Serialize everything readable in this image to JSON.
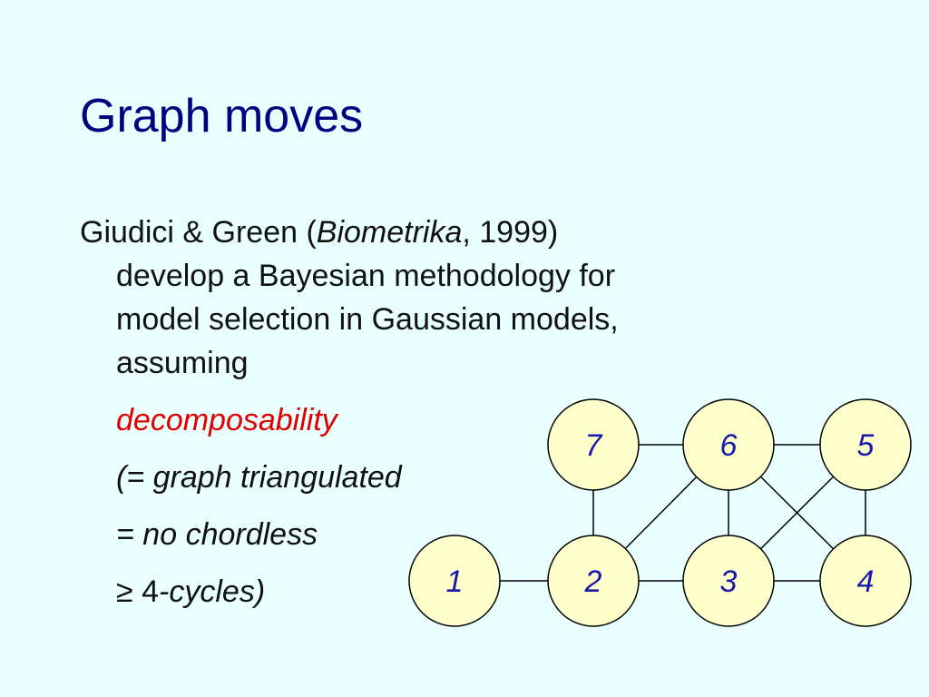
{
  "slide": {
    "title": "Graph moves",
    "paragraph": {
      "authors": "Giudici & Green (",
      "journal": "Biometrika",
      "year_close": ", 1999)",
      "line2": "develop a Bayesian methodology for",
      "line3": "model selection in Gaussian models,",
      "line4": "assuming"
    },
    "decomposability": "decomposability",
    "triangulated": "(= graph triangulated",
    "no_chordless": "= no chordless",
    "geq": "≥ ",
    "four": "4",
    "cycles": "-cycles)"
  },
  "graph": {
    "nodes": [
      {
        "id": "1",
        "label": "1"
      },
      {
        "id": "2",
        "label": "2"
      },
      {
        "id": "3",
        "label": "3"
      },
      {
        "id": "4",
        "label": "4"
      },
      {
        "id": "5",
        "label": "5"
      },
      {
        "id": "6",
        "label": "6"
      },
      {
        "id": "7",
        "label": "7"
      }
    ],
    "edges": [
      [
        "1",
        "2"
      ],
      [
        "2",
        "3"
      ],
      [
        "3",
        "4"
      ],
      [
        "7",
        "6"
      ],
      [
        "6",
        "5"
      ],
      [
        "7",
        "2"
      ],
      [
        "6",
        "3"
      ],
      [
        "5",
        "4"
      ],
      [
        "2",
        "6"
      ],
      [
        "6",
        "4"
      ],
      [
        "3",
        "5"
      ]
    ],
    "node_fill": "#ffffcc",
    "node_stroke": "#000000",
    "label_color": "#1a1aaa"
  },
  "colors": {
    "background": "#eaffff",
    "title": "#000080",
    "emphasis": "#e00000"
  }
}
